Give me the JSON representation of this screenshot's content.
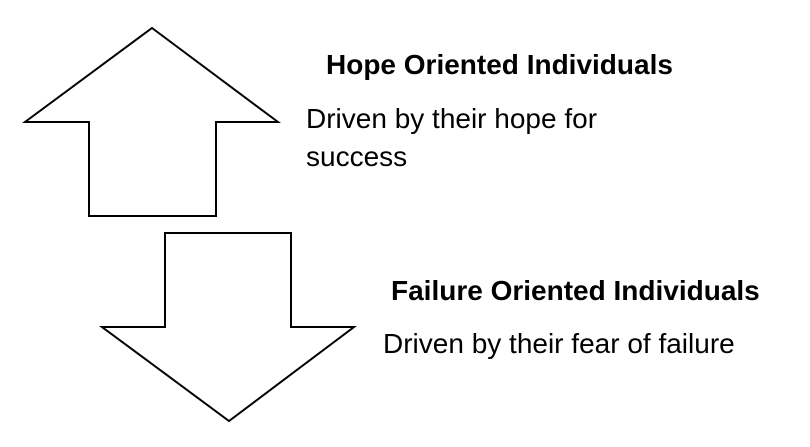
{
  "hope": {
    "title": "Hope Oriented Individuals",
    "description": "Driven by their hope for success"
  },
  "failure": {
    "title": "Failure Oriented Individuals",
    "description": "Driven by their fear of failure"
  },
  "colors": {
    "stroke": "#000000",
    "fill": "#ffffff",
    "text": "#000000"
  }
}
